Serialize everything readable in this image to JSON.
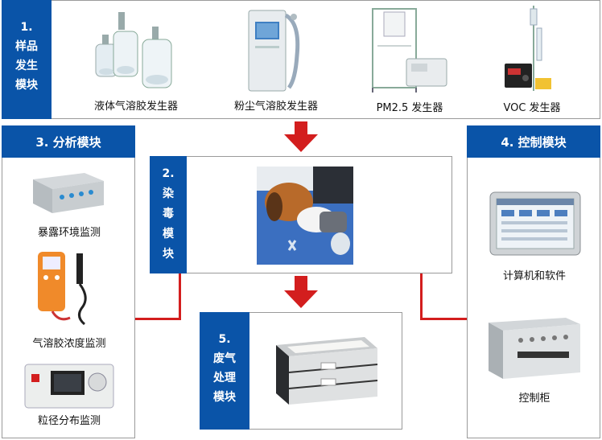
{
  "module1": {
    "tag_lines": [
      "1.",
      "样品",
      "发生",
      "模块"
    ],
    "items": [
      {
        "label": "液体气溶胶发生器",
        "icon": "liquid-aerosol-generator"
      },
      {
        "label": "粉尘气溶胶发生器",
        "icon": "dust-aerosol-generator"
      },
      {
        "label": "PM2.5 发生器",
        "icon": "pm25-generator"
      },
      {
        "label": "VOC 发生器",
        "icon": "voc-generator"
      }
    ]
  },
  "module2": {
    "tag_lines": [
      "2.",
      "染",
      "毒",
      "模",
      "块"
    ],
    "icon": "dog-exposure-photo"
  },
  "module3": {
    "title": "3. 分析模块",
    "items": [
      {
        "label": "暴露环境监测",
        "icon": "exposure-monitor-box"
      },
      {
        "label": "气溶胶浓度监测",
        "icon": "aerosol-concentration-meter"
      },
      {
        "label": "粒径分布监测",
        "icon": "particle-size-analyzer"
      }
    ]
  },
  "module4": {
    "title": "4. 控制模块",
    "items": [
      {
        "label": "计算机和软件",
        "icon": "control-tablet"
      },
      {
        "label": "控制柜",
        "icon": "control-cabinet"
      }
    ]
  },
  "module5": {
    "tag_lines": [
      "5.",
      "废气",
      "处理",
      "模块"
    ],
    "icon": "exhaust-filter-unit"
  },
  "colors": {
    "accent_blue": "#0a54a8",
    "connector_red": "#d31e1e",
    "border": "#9a9a9a"
  }
}
